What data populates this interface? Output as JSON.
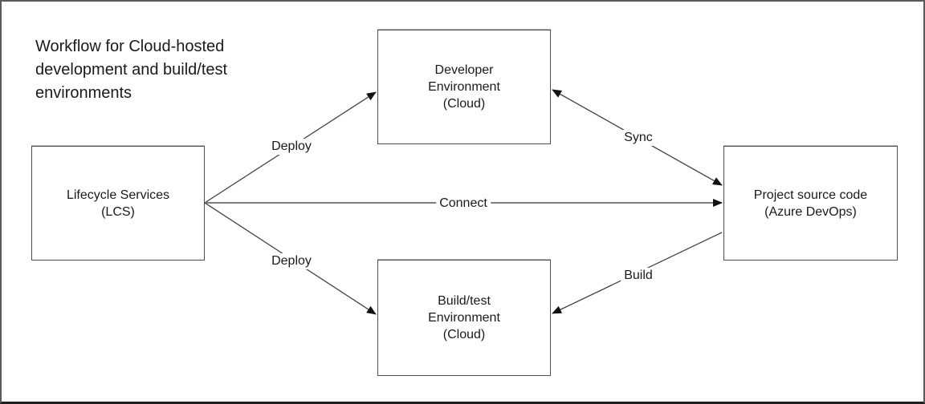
{
  "diagram": {
    "title": "Workflow for Cloud-hosted\ndevelopment and build/test\nenvironments",
    "nodes": {
      "lcs": {
        "label": "Lifecycle Services\n(LCS)"
      },
      "developer_environment": {
        "label": "Developer\nEnvironment\n(Cloud)"
      },
      "build_test_environment": {
        "label": "Build/test\nEnvironment\n(Cloud)"
      },
      "project_source_code": {
        "label": "Project source code\n(Azure DevOps)"
      }
    },
    "edges": {
      "deploy_dev": {
        "label": "Deploy",
        "from": "lcs",
        "to": "developer_environment",
        "direction": "one-way"
      },
      "connect": {
        "label": "Connect",
        "from": "lcs",
        "to": "project_source_code",
        "direction": "one-way"
      },
      "deploy_build": {
        "label": "Deploy",
        "from": "lcs",
        "to": "build_test_environment",
        "direction": "one-way"
      },
      "sync": {
        "label": "Sync",
        "from": "developer_environment",
        "to": "project_source_code",
        "direction": "two-way"
      },
      "build": {
        "label": "Build",
        "from": "project_source_code",
        "to": "build_test_environment",
        "direction": "one-way"
      }
    },
    "colors": {
      "background": "#ffffff",
      "box_border": "#4d4d4d",
      "connector_gray": "#7f7f7f",
      "connector_dark": "#404040",
      "arrowhead": "#111111",
      "text": "#1a1a1a"
    }
  }
}
